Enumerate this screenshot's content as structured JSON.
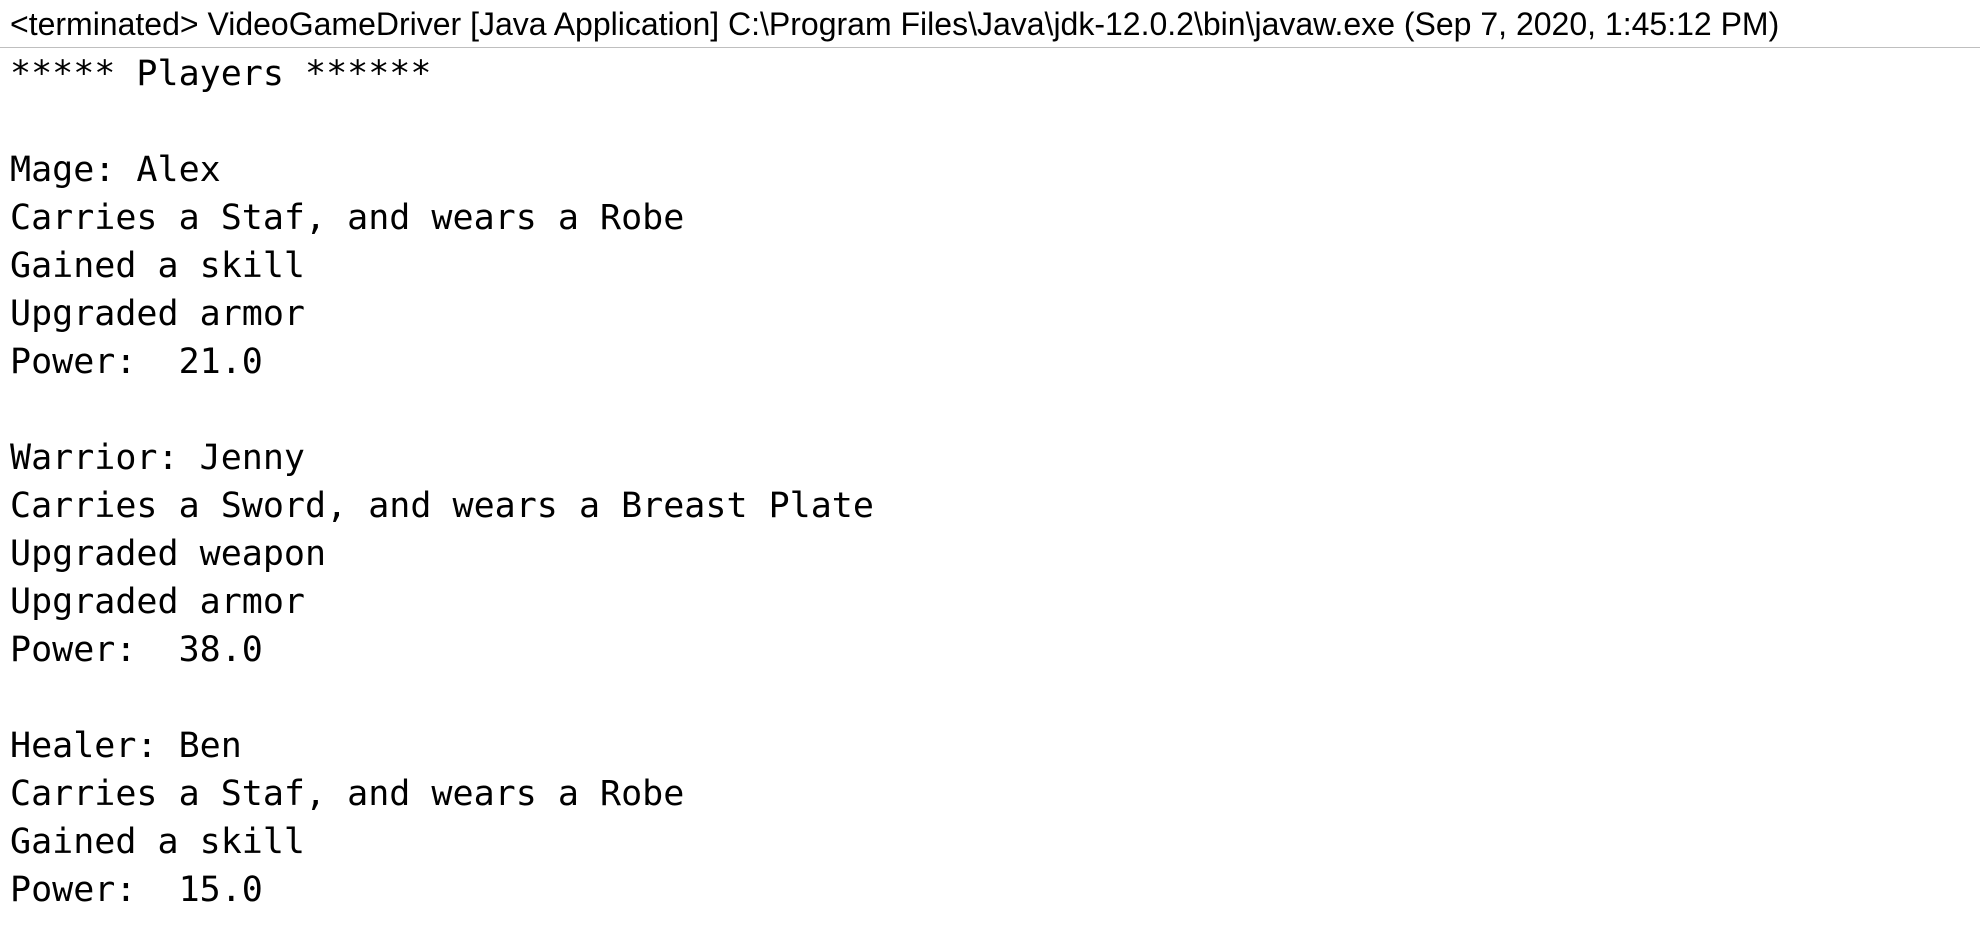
{
  "console": {
    "header": "<terminated> VideoGameDriver [Java Application] C:\\Program Files\\Java\\jdk-12.0.2\\bin\\javaw.exe (Sep 7, 2020, 1:45:12 PM)",
    "lines": [
      "***** Players ******",
      "",
      "Mage: Alex",
      "Carries a Staf, and wears a Robe",
      "Gained a skill",
      "Upgraded armor",
      "Power:  21.0",
      "",
      "Warrior: Jenny",
      "Carries a Sword, and wears a Breast Plate",
      "Upgraded weapon",
      "Upgraded armor",
      "Power:  38.0",
      "",
      "Healer: Ben",
      "Carries a Staf, and wears a Robe",
      "Gained a skill",
      "Power:  15.0"
    ]
  }
}
